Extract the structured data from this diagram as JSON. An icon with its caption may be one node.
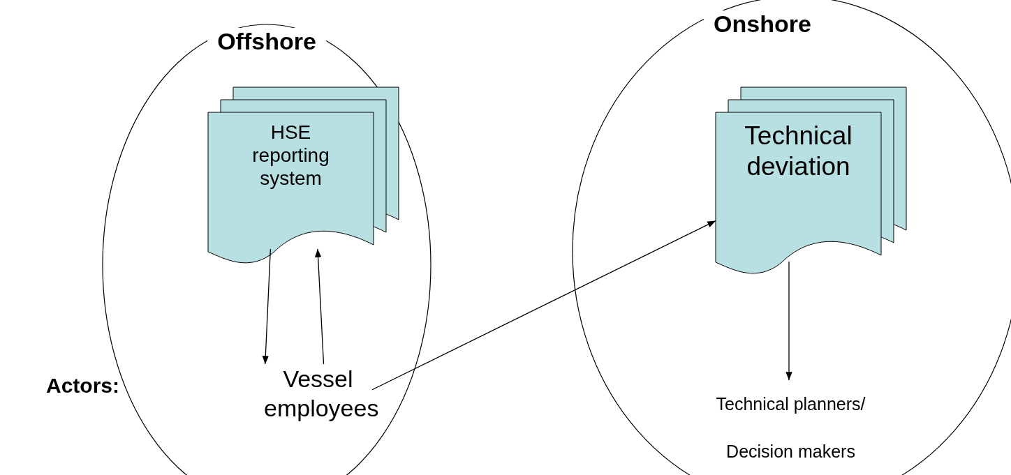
{
  "diagram": {
    "nodes": [
      {
        "text": [
          "Offshore"
        ]
      },
      {
        "text": [
          "HSE reporting system"
        ],
        "in": 0
      },
      {
        "text": [
          "Vessel employees"
        ],
        "in": 0
      },
      {
        "text": [
          "Onshore"
        ]
      },
      {
        "text": [
          "Technical deviation"
        ],
        "in": 3
      },
      {
        "text": [
          "Technical planners/ Decision makers"
        ],
        "in": 3
      }
    ],
    "edges": [
      {
        "from": 1,
        "to": 2,
        "arrow": "to"
      },
      {
        "from": 2,
        "to": 1,
        "arrow": "to"
      },
      {
        "from": 2,
        "to": 4,
        "arrow": "to"
      },
      {
        "from": 4,
        "to": 5,
        "arrow": "to"
      }
    ],
    "labels": [
      "Actors:"
    ]
  }
}
